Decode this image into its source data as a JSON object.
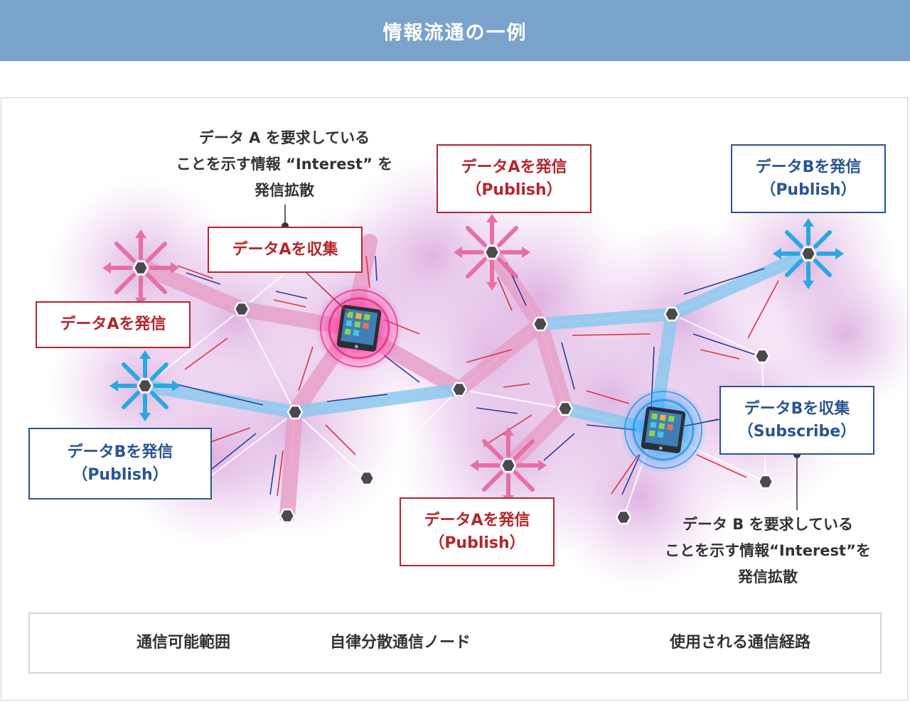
{
  "header": {
    "title": "情報流通の一例"
  },
  "labels": {
    "collect_a": [
      "データAを収集"
    ],
    "publish_a_top": [
      "データAを発信",
      "（Publish）"
    ],
    "publish_a_left": [
      "データAを発信"
    ],
    "publish_a_bottom": [
      "データAを発信",
      "（Publish）"
    ],
    "publish_b_top": [
      "データBを発信",
      "（Publish）"
    ],
    "publish_b_left": [
      "データBを発信",
      "（Publish）"
    ],
    "collect_b": [
      "データBを収集",
      "（Subscribe）"
    ]
  },
  "notes": {
    "interest_a": [
      "データ A を要求している",
      "ことを示す情報 “Interest” を",
      "発信拡散"
    ],
    "interest_b": [
      "データ B を要求している",
      "ことを示す情報“Interest”を",
      "発信拡散"
    ]
  },
  "legend": {
    "range": "通信可能範囲",
    "node": "自律分散通信ノード",
    "route": "使用される通信経路"
  },
  "colors": {
    "header_bg": "#7aa3cb",
    "red": "#b3262c",
    "blue": "#2a5591",
    "node": "#4a4a4a",
    "cloud": "#d9a8de",
    "route_pink": "#e6a0c8",
    "route_blue": "#8cc8ee"
  }
}
